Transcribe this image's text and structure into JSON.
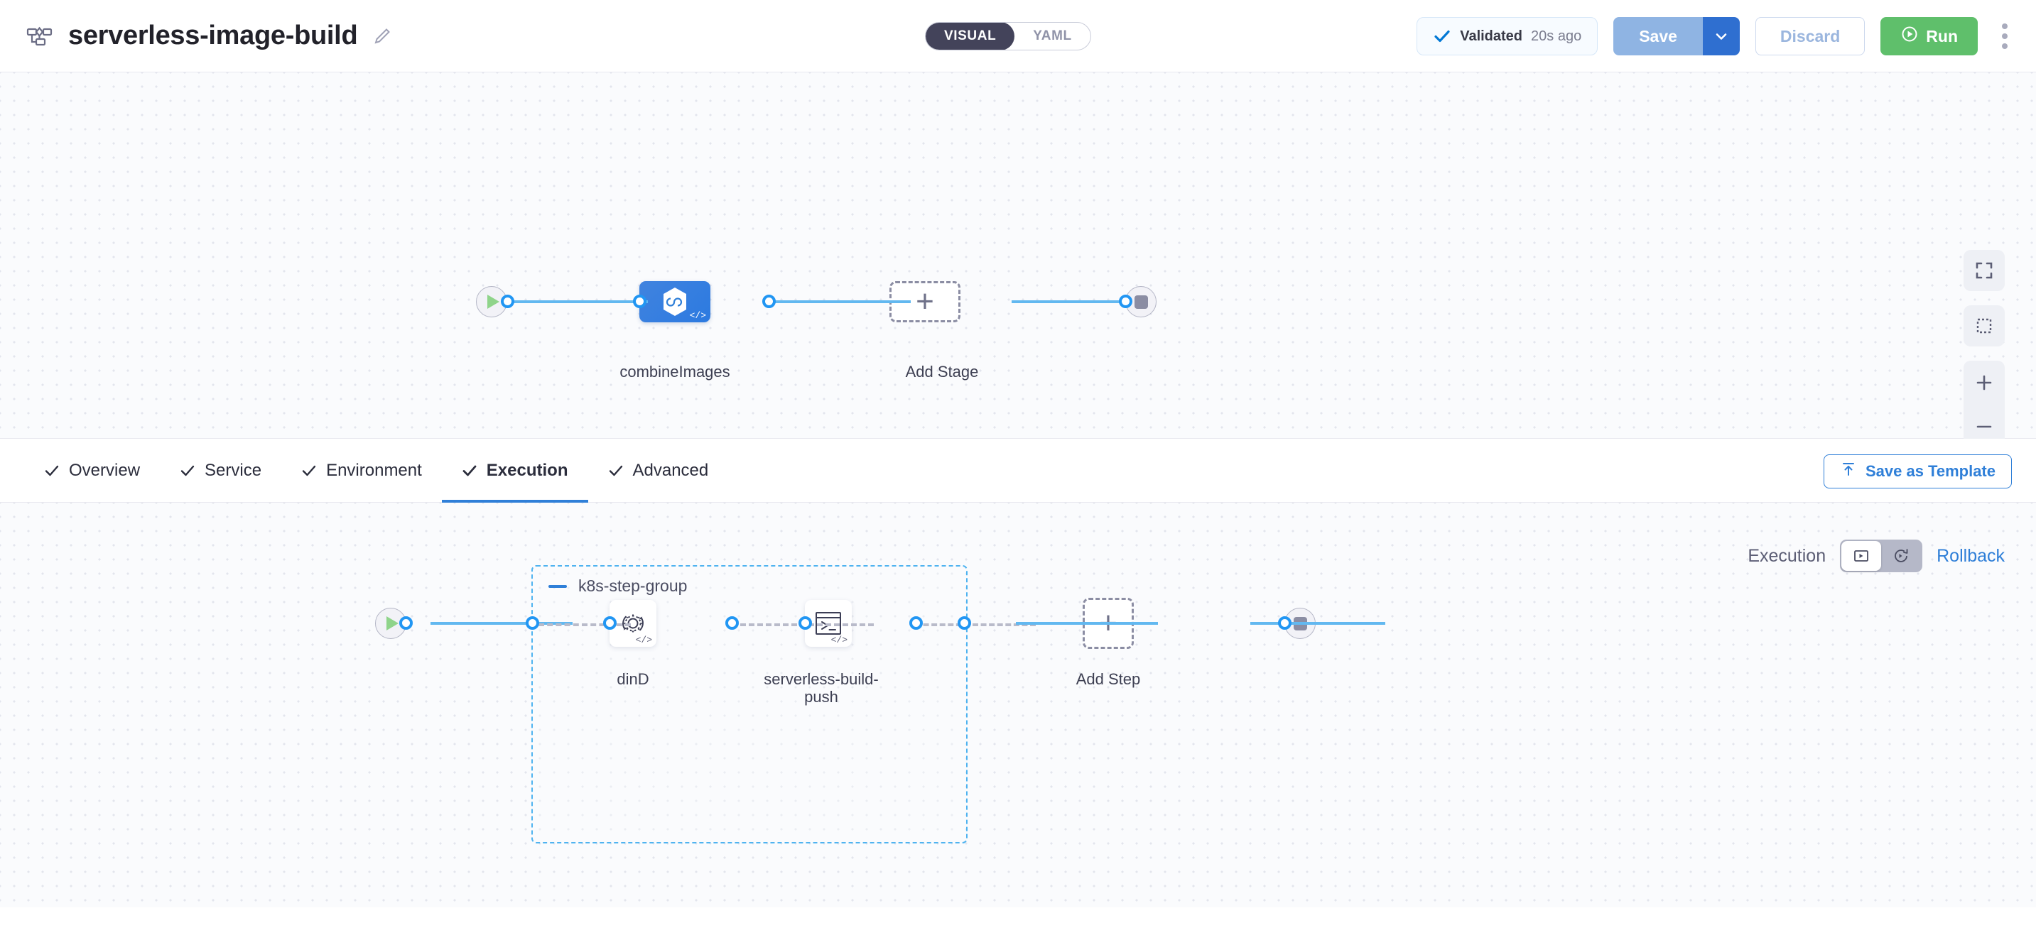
{
  "header": {
    "pipeline_icon": "pipeline-icon",
    "title": "serverless-image-build",
    "edit_icon": "edit-pencil-icon",
    "mode_toggle": {
      "visual": "VISUAL",
      "yaml": "YAML",
      "selected": "VISUAL"
    },
    "validated": {
      "icon": "check-icon",
      "label": "Validated",
      "time": "20s ago"
    },
    "save_label": "Save",
    "save_caret_icon": "chevron-down-icon",
    "discard_label": "Discard",
    "run_label": "Run",
    "run_icon": "play-circle-icon",
    "more_icon": "kebab-menu-icon"
  },
  "stage_canvas": {
    "start_icon": "play-icon",
    "end_icon": "stop-icon",
    "stage": {
      "name": "combineImages",
      "icon": "ci-build-icon",
      "badge": "</>"
    },
    "add_stage": {
      "label": "Add Stage",
      "icon": "plus-icon"
    },
    "controls": [
      {
        "name": "fit-to-screen",
        "icon": "fit-screen-icon"
      },
      {
        "name": "selection-box",
        "icon": "dashed-square-icon"
      },
      {
        "name": "zoom-in",
        "icon": "plus-icon"
      },
      {
        "name": "zoom-out",
        "icon": "minus-icon"
      }
    ]
  },
  "tabs": [
    {
      "label": "Overview",
      "icon": "check-icon",
      "active": false
    },
    {
      "label": "Service",
      "icon": "check-icon",
      "active": false
    },
    {
      "label": "Environment",
      "icon": "check-icon",
      "active": false
    },
    {
      "label": "Execution",
      "icon": "check-icon",
      "active": true
    },
    {
      "label": "Advanced",
      "icon": "check-icon",
      "active": false
    }
  ],
  "save_as_template": {
    "label": "Save as Template",
    "icon": "template-upload-icon"
  },
  "execution_canvas": {
    "mode_switch": {
      "execution_label": "Execution",
      "rollback_label": "Rollback",
      "execution_icon": "execution-play-box-icon",
      "rollback_icon": "rollback-rotate-icon",
      "selected": "Execution"
    },
    "start_icon": "play-icon",
    "end_icon": "stop-icon",
    "step_group": {
      "title": "k8s-step-group",
      "collapse_icon": "minus-icon",
      "steps": [
        {
          "name": "dinD",
          "icon": "gear-rotate-icon",
          "badge": "</>"
        },
        {
          "name": "serverless-build-push",
          "icon": "terminal-icon",
          "badge": "</>"
        }
      ]
    },
    "add_step": {
      "label": "Add Step",
      "icon": "plus-icon"
    }
  },
  "colors": {
    "accent_blue": "#2f7fd8",
    "link_blue": "#62b8f0",
    "run_green": "#5fbf6b",
    "stage_blue": "#2c7ae0",
    "canvas_bg": "#fafbfd",
    "group_border": "#4fb3f0"
  }
}
